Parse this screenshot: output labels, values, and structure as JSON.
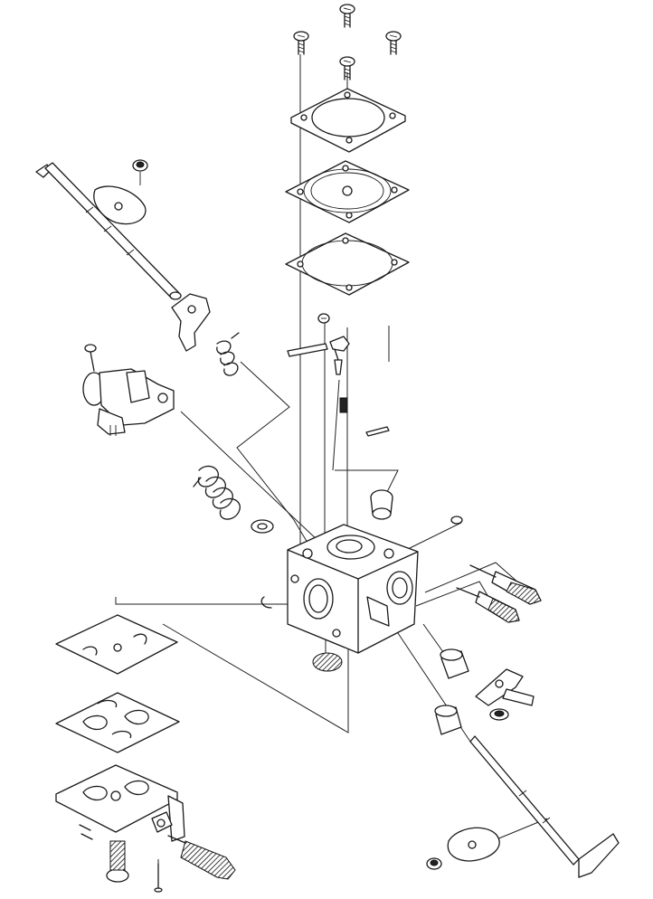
{
  "diagram": {
    "colors": {
      "ink": "#1a1a1a",
      "paper": "#ffffff"
    },
    "parts": [
      "screw",
      "diaphragm-cover",
      "pump-diaphragm",
      "cover-gasket",
      "throttle-shaft",
      "throttle-plate",
      "torsion-spring",
      "primer-assembly",
      "tension-spring",
      "carburetor-body",
      "inlet-needle",
      "metering-lever",
      "metering-spring",
      "fuel-filter-screen",
      "adjusting-needle",
      "choke-shaft",
      "choke-plate",
      "lower-gasket",
      "metering-diaphragm",
      "bottom-cover",
      "welch-plug",
      "bushing"
    ]
  }
}
